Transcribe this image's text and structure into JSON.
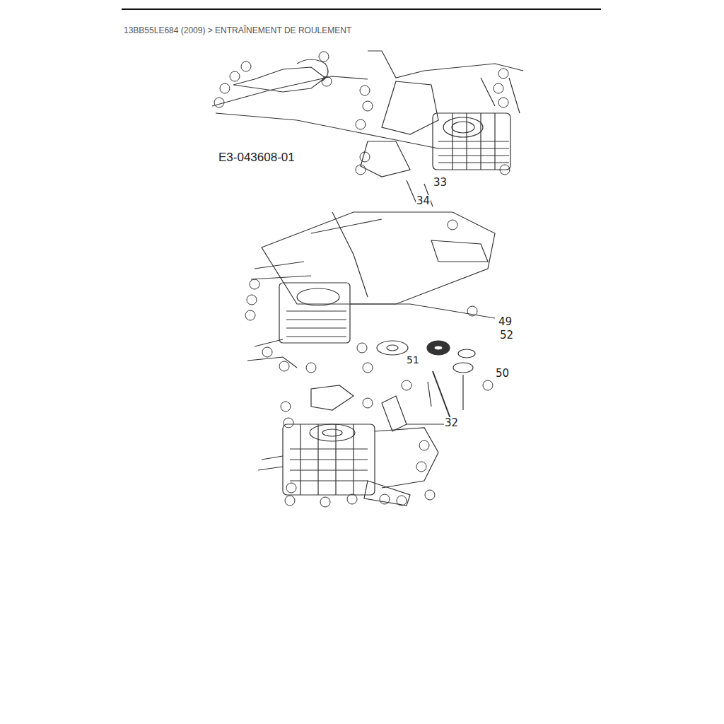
{
  "diagram": {
    "title": "13BB55LE684 (2009) > ENTRAÎNEMENT DE ROULEMENT",
    "labels": [
      "E3-043608-01",
      "33",
      "34",
      "49",
      "52",
      "51",
      "50",
      "32"
    ]
  }
}
